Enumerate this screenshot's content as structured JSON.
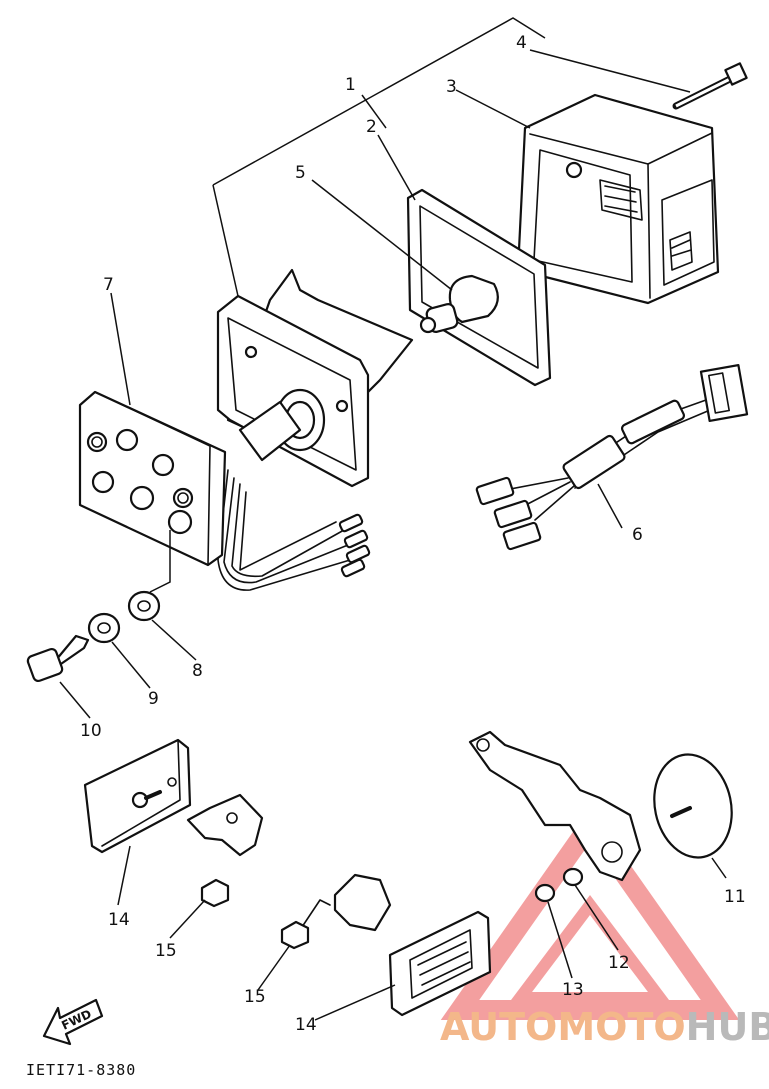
{
  "callouts": {
    "c1": "1",
    "c2": "2",
    "c3": "3",
    "c4": "4",
    "c5": "5",
    "c6": "6",
    "c7": "7",
    "c8": "8",
    "c9": "9",
    "c10": "10",
    "c11": "11",
    "c12": "12",
    "c13": "13",
    "c14a": "14",
    "c14b": "14",
    "c15a": "15",
    "c15b": "15"
  },
  "fwd_label": "FWD",
  "diagram_code": "IETI71-8380",
  "watermark": {
    "part1": "AUTOMOTO",
    "part2": "HUB",
    "colors": {
      "triangle": "#f08080",
      "text_orange": "#f3b78a",
      "text_grey": "#b9b9b9"
    }
  }
}
